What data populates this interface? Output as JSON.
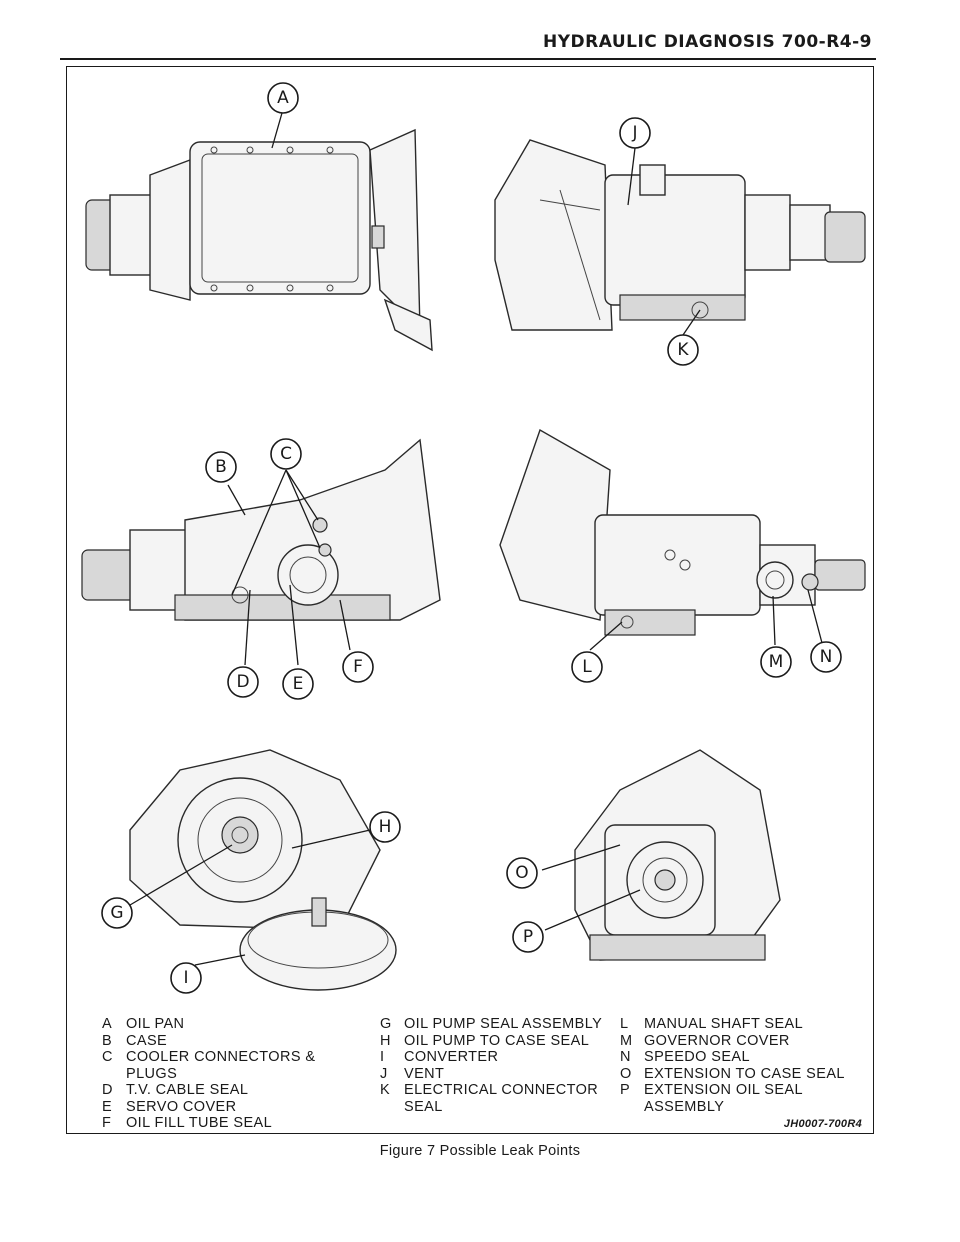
{
  "header": {
    "title": "HYDRAULIC DIAGNOSIS 700-R4-9"
  },
  "callouts": [
    "A",
    "B",
    "C",
    "D",
    "E",
    "F",
    "G",
    "H",
    "I",
    "J",
    "K",
    "L",
    "M",
    "N",
    "O",
    "P"
  ],
  "legend": {
    "col1": [
      {
        "key": "A",
        "text": "OIL PAN"
      },
      {
        "key": "B",
        "text": "CASE"
      },
      {
        "key": "C",
        "text": "COOLER CONNECTORS &"
      },
      {
        "key": "",
        "text": "PLUGS"
      },
      {
        "key": "D",
        "text": "T.V. CABLE SEAL"
      },
      {
        "key": "E",
        "text": "SERVO COVER"
      },
      {
        "key": "F",
        "text": "OIL FILL TUBE SEAL"
      }
    ],
    "col2": [
      {
        "key": "G",
        "text": "OIL PUMP SEAL ASSEMBLY"
      },
      {
        "key": "H",
        "text": "OIL PUMP TO CASE SEAL"
      },
      {
        "key": "I",
        "text": "CONVERTER"
      },
      {
        "key": "J",
        "text": "VENT"
      },
      {
        "key": "K",
        "text": "ELECTRICAL CONNECTOR"
      },
      {
        "key": "",
        "text": "SEAL"
      }
    ],
    "col3": [
      {
        "key": "L",
        "text": "MANUAL SHAFT SEAL"
      },
      {
        "key": "M",
        "text": "GOVERNOR COVER"
      },
      {
        "key": "N",
        "text": "SPEEDO SEAL"
      },
      {
        "key": "O",
        "text": "EXTENSION TO CASE SEAL"
      },
      {
        "key": "P",
        "text": "EXTENSION OIL SEAL"
      },
      {
        "key": "",
        "text": "ASSEMBLY"
      }
    ]
  },
  "figure": {
    "code": "JH0007-700R4",
    "caption": "Figure 7 Possible Leak Points"
  }
}
